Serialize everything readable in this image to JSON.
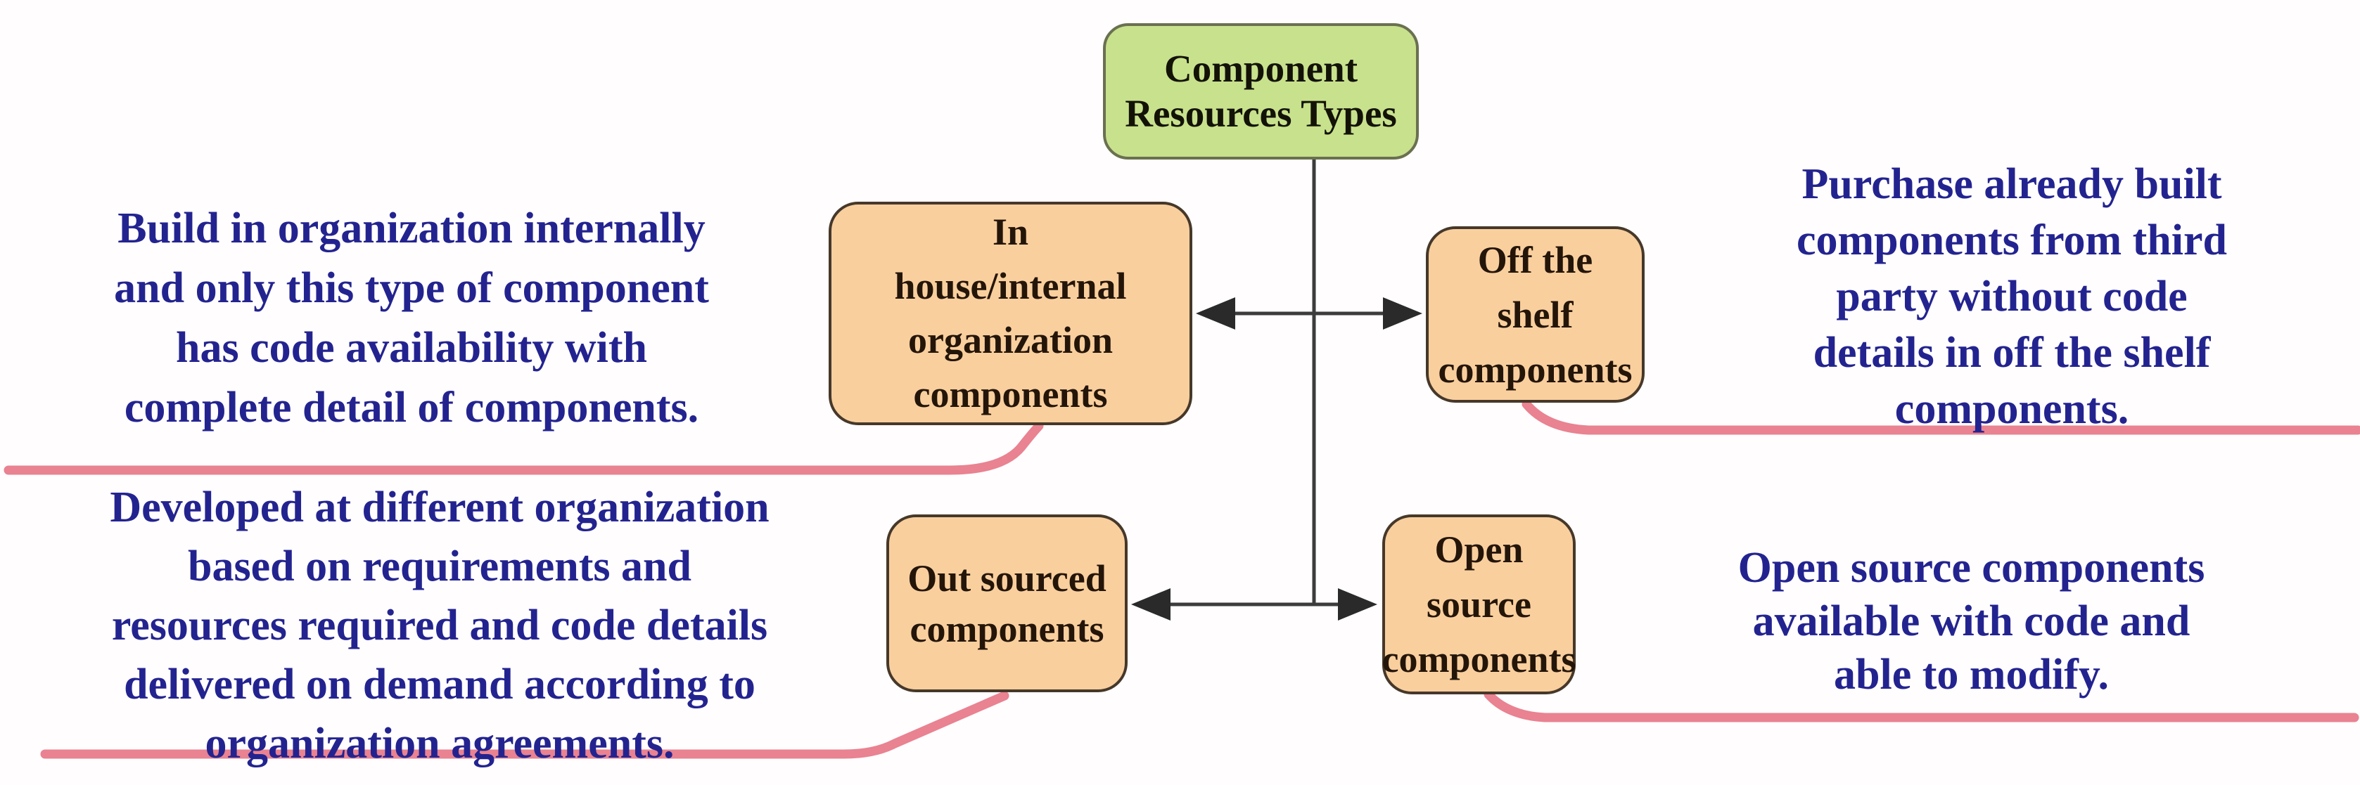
{
  "diagram": {
    "root": {
      "label": "Component\nResources Types"
    },
    "nodes": {
      "in_house": {
        "label": "In\nhouse/internal\norganization\ncomponents"
      },
      "off_shelf": {
        "label": "Off the\nshelf\ncomponents"
      },
      "out_sourced": {
        "label": "Out sourced\ncomponents"
      },
      "open_source": {
        "label": "Open\nsource\ncomponents"
      }
    },
    "annotations": {
      "top_left": {
        "text": "Build in organization internally\nand only this type of component\nhas code availability with\ncomplete detail of components."
      },
      "top_right": {
        "text": "Purchase already built\ncomponents from third\nparty without code\ndetails in off the shelf\ncomponents."
      },
      "bottom_left": {
        "text": "Developed at different organization\nbased on requirements and\nresources required and code details\ndelivered on demand according to\norganization agreements."
      },
      "bottom_right": {
        "text": "Open source components\navailable with code and\nable to modify."
      }
    },
    "colors": {
      "root_fill": "#c8e18d",
      "root_border": "#6a7050",
      "node_fill": "#f9cf9e",
      "node_border": "#46382a",
      "annotation_text": "#232390",
      "node_text": "#241509",
      "connector": "#3c3c3c",
      "highlight_line": "#e98291",
      "background": "#fffdfd"
    }
  }
}
